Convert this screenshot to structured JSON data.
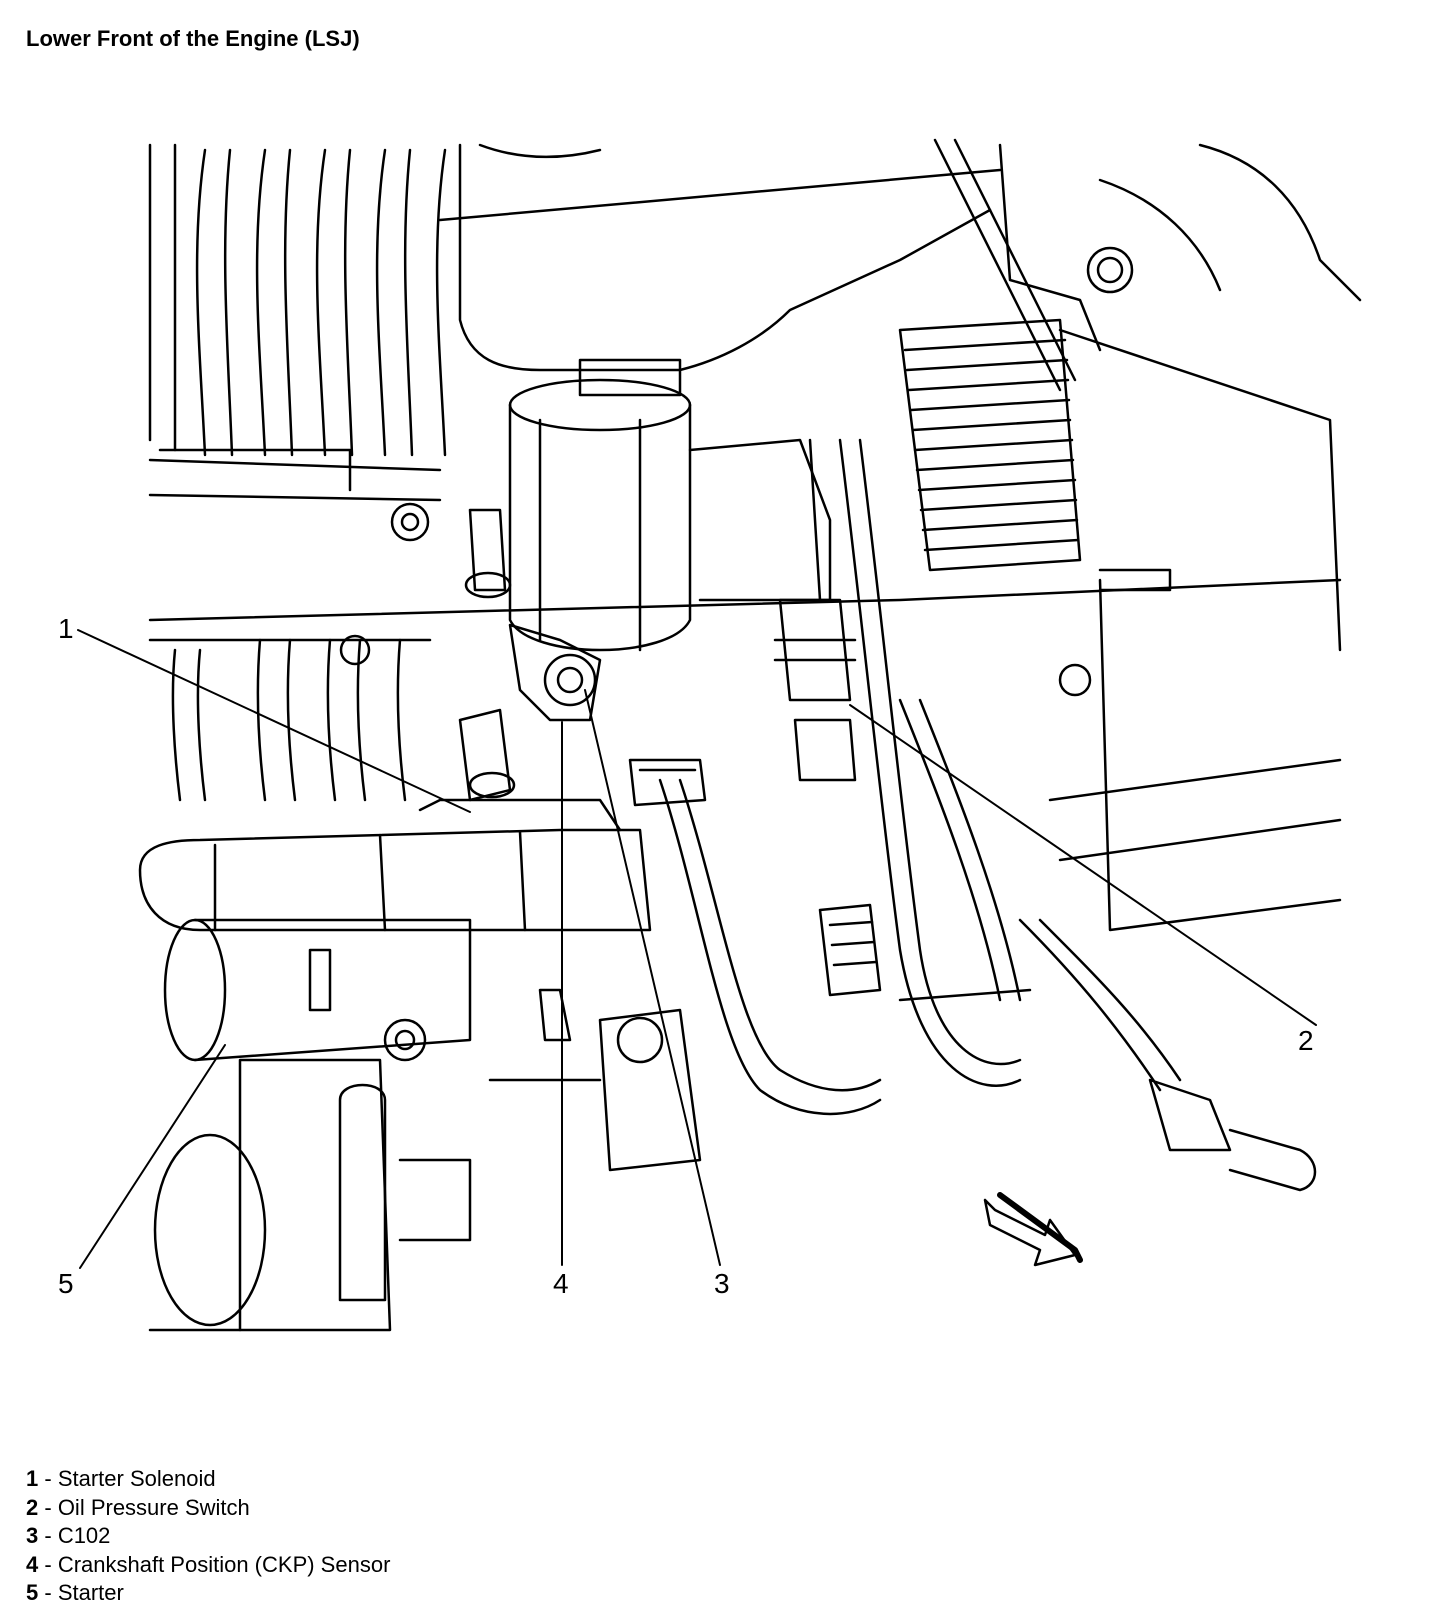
{
  "title": "Lower Front of the Engine (LSJ)",
  "callouts": [
    "1",
    "2",
    "3",
    "4",
    "5"
  ],
  "legend": [
    {
      "num": "1",
      "sep": " - ",
      "text": "Starter Solenoid"
    },
    {
      "num": "2",
      "sep": " - ",
      "text": "Oil Pressure Switch"
    },
    {
      "num": "3",
      "sep": " - ",
      "text": "C102"
    },
    {
      "num": "4",
      "sep": " - ",
      "text": "Crankshaft Position (CKP) Sensor"
    },
    {
      "num": "5",
      "sep": " - ",
      "text": "Starter"
    }
  ]
}
